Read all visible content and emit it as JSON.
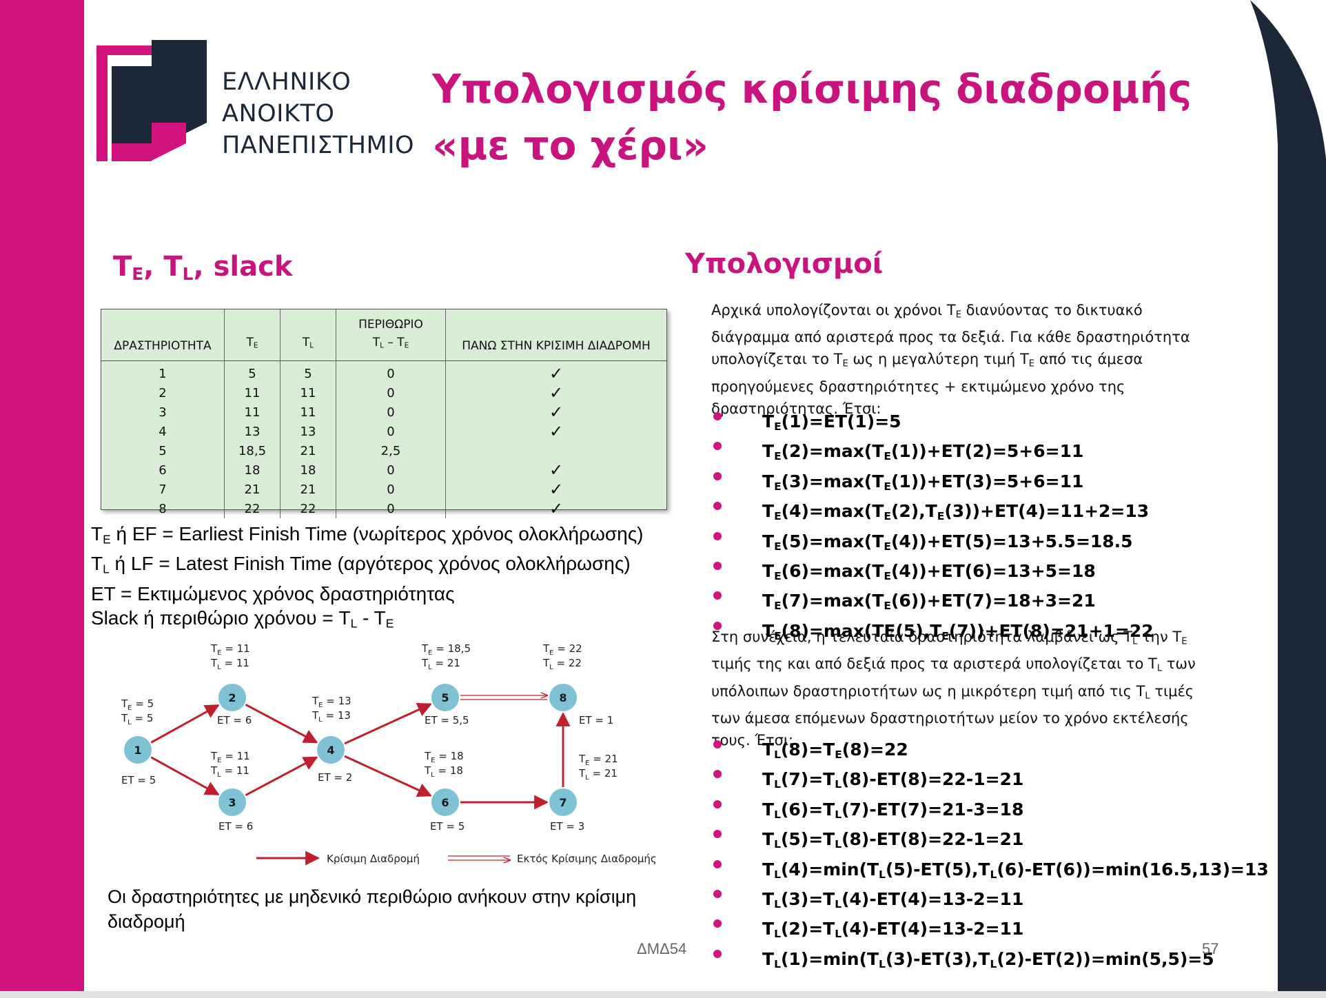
{
  "logo": {
    "line1": "ΕΛΛΗΝΙΚΟ",
    "line2": "ΑΝΟΙΚΤΟ",
    "line3": "ΠΑΝΕΠΙΣΤΗΜΙΟ",
    "colors": {
      "magenta": "#d2127f",
      "navy": "#1c2738"
    }
  },
  "title": {
    "line1": "Υπολογισμός κρίσιμης διαδρομής",
    "line2": "«με το χέρι»"
  },
  "left_section": {
    "heading_parts": {
      "t": "T",
      "e": "E",
      "sep": ", T",
      "l": "L",
      "rest": ", slack"
    }
  },
  "table": {
    "headers": {
      "activity": "ΔΡΑΣΤΗΡΙΟΤΗΤΑ",
      "te_main": "T",
      "te_sub": "E",
      "tl_main": "T",
      "tl_sub": "L",
      "slack_line1": "ΠΕΡΙΘΩΡΙΟ",
      "slack_a": "T",
      "slack_a_sub": "L",
      "slack_dash": " – T",
      "slack_b_sub": "E",
      "critical": "ΠΑΝΩ ΣΤΗΝ ΚΡΙΣΙΜΗ ΔΙΑΔΡΟΜΗ"
    },
    "rows": [
      {
        "a": "1",
        "te": "5",
        "tl": "5",
        "slack": "0",
        "crit": "✓"
      },
      {
        "a": "2",
        "te": "11",
        "tl": "11",
        "slack": "0",
        "crit": "✓"
      },
      {
        "a": "3",
        "te": "11",
        "tl": "11",
        "slack": "0",
        "crit": "✓"
      },
      {
        "a": "4",
        "te": "13",
        "tl": "13",
        "slack": "0",
        "crit": "✓"
      },
      {
        "a": "5",
        "te": "18,5",
        "tl": "21",
        "slack": "2,5",
        "crit": ""
      },
      {
        "a": "6",
        "te": "18",
        "tl": "18",
        "slack": "0",
        "crit": "✓"
      },
      {
        "a": "7",
        "te": "21",
        "tl": "21",
        "slack": "0",
        "crit": "✓"
      },
      {
        "a": "8",
        "te": "22",
        "tl": "22",
        "slack": "0",
        "crit": "✓"
      }
    ]
  },
  "definitions": {
    "d1": {
      "t": "T",
      "sub": "E",
      "rest": " ή EF = Earliest Finish Time (νωρίτερος χρόνος ολοκλήρωσης)"
    },
    "d2": {
      "t": "T",
      "sub": "L",
      "rest": " ή LF = Latest Finish Time (αργότερος χρόνος ολοκλήρωσης)"
    },
    "d3": "ET = Εκτιμώμενος χρόνος δραστηριότητας",
    "d4": {
      "pre": "Slack ή περιθώριο χρόνου = T",
      "sub1": "L",
      "mid": " - T",
      "sub2": "E"
    }
  },
  "network": {
    "nodes": [
      {
        "id": "1",
        "te": "T",
        "te_sub": "E",
        "te_val": " = 5",
        "tl": "T",
        "tl_sub": "L",
        "tl_val": " = 5",
        "et": "ET = 5"
      },
      {
        "id": "2",
        "te": "T",
        "te_sub": "E",
        "te_val": " = 11",
        "tl": "T",
        "tl_sub": "L",
        "tl_val": " = 11",
        "et": "ET = 6"
      },
      {
        "id": "3",
        "te": "T",
        "te_sub": "E",
        "te_val": " = 11",
        "tl": "T",
        "tl_sub": "L",
        "tl_val": " = 11",
        "et": "ET = 6"
      },
      {
        "id": "4",
        "te": "T",
        "te_sub": "E",
        "te_val": " = 13",
        "tl": "T",
        "tl_sub": "L",
        "tl_val": " = 13",
        "et": "ET = 2"
      },
      {
        "id": "5",
        "te": "T",
        "te_sub": "E",
        "te_val": " = 18,5",
        "tl": "T",
        "tl_sub": "L",
        "tl_val": " = 21",
        "et": "ET = 5,5"
      },
      {
        "id": "6",
        "te": "T",
        "te_sub": "E",
        "te_val": " = 18",
        "tl": "T",
        "tl_sub": "L",
        "tl_val": " = 18",
        "et": "ET = 5"
      },
      {
        "id": "7",
        "te": "T",
        "te_sub": "E",
        "te_val": " = 21",
        "tl": "T",
        "tl_sub": "L",
        "tl_val": " = 21",
        "et": "ET = 3"
      },
      {
        "id": "8",
        "te": "T",
        "te_sub": "E",
        "te_val": " = 22",
        "tl": "T",
        "tl_sub": "L",
        "tl_val": " = 22",
        "et": "ET = 1"
      }
    ],
    "edges": [
      {
        "from": "1",
        "to": "2",
        "critical": true
      },
      {
        "from": "1",
        "to": "3",
        "critical": true
      },
      {
        "from": "2",
        "to": "4",
        "critical": true
      },
      {
        "from": "3",
        "to": "4",
        "critical": true
      },
      {
        "from": "4",
        "to": "5",
        "critical": true
      },
      {
        "from": "4",
        "to": "6",
        "critical": true
      },
      {
        "from": "6",
        "to": "7",
        "critical": true
      },
      {
        "from": "7",
        "to": "8",
        "critical": true
      },
      {
        "from": "5",
        "to": "8",
        "critical": false
      }
    ],
    "legend": {
      "critical": "Κρίσιμη Διαδρομή",
      "noncritical": "Εκτός Κρίσιμης Διαδρομής"
    },
    "colors": {
      "edge": "#c0202e",
      "node": "#7fc2d6"
    }
  },
  "note": "Οι δραστηριότητες  με μηδενικό περιθώριο ανήκουν στην κρίσιμη διαδρομή",
  "right_section": {
    "heading": "Υπολογισμοί",
    "para1": {
      "a": "Αρχικά υπολογίζονται οι χρόνοι T",
      "a_sub": "E",
      "b": " διανύοντας το δικτυακό διάγραμμα από αριστερά προς τα δεξιά. Για κάθε δραστηριότητα υπολογίζεται το T",
      "b_sub": "E",
      "c": " ως η μεγαλύτερη τιμή T",
      "c_sub": "E",
      "d": " από τις άμεσα προηγούμενες δραστηριότητες + εκτιμώμενο χρόνο της δραστηριότητας. Έτσι:"
    },
    "forward": [
      [
        "T",
        "E",
        "(1)=ET(1)=5"
      ],
      [
        "T",
        "E",
        "(2)=max(T",
        "E",
        "(1))+ET(2)=5+6=11"
      ],
      [
        "T",
        "E",
        "(3)=max(T",
        "E",
        "(1))+ET(3)=5+6=11"
      ],
      [
        "T",
        "E",
        "(4)=max(T",
        "E",
        "(2),T",
        "E",
        "(3))+ET(4)=11+2=13"
      ],
      [
        "T",
        "E",
        "(5)=max(T",
        "E",
        "(4))+ET(5)=13+5.5=18.5"
      ],
      [
        "T",
        "E",
        "(6)=max(T",
        "E",
        "(4))+ET(6)=13+5=18"
      ],
      [
        "T",
        "E",
        "(7)=max(T",
        "E",
        "(6))+ET(7)=18+3=21"
      ],
      [
        "T",
        "E",
        "(8)=max(TE(5),T",
        "E",
        "(7))+ET(8)=21+1=22"
      ]
    ],
    "para2": {
      "a": "Στη συνέχεια, η τελευταία δραστηριότητα λαμβάνει ως T",
      "a_sub": "L",
      "b": " την T",
      "b_sub": "E",
      "c": " τιμής της και από δεξιά προς τα αριστερά υπολογίζεται το T",
      "c_sub": "L",
      "d": " των υπόλοιπων δραστηριοτήτων ως η μικρότερη τιμή από τις T",
      "d_sub": "L",
      "e": " τιμές των άμεσα επόμενων δραστηριοτήτων μείον το χρόνο εκτέλεσής τους. Έτσι:"
    },
    "backward": [
      [
        "T",
        "L",
        "(8)=T",
        "E",
        "(8)=22"
      ],
      [
        "T",
        "L",
        "(7)=T",
        "L",
        "(8)-ET(8)=22-1=21"
      ],
      [
        "T",
        "L",
        "(6)=T",
        "L",
        "(7)-ET(7)=21-3=18"
      ],
      [
        "T",
        "L",
        "(5)=T",
        "L",
        "(8)-ET(8)=22-1=21"
      ],
      [
        "T",
        "L",
        "(4)=min(T",
        "L",
        "(5)-ET(5),T",
        "L",
        "(6)-ET(6))=min(16.5,13)=13"
      ],
      [
        "T",
        "L",
        "(3)=T",
        "L",
        "(4)-ET(4)=13-2=11"
      ],
      [
        "T",
        "L",
        "(2)=T",
        "L",
        "(4)-ET(4)=13-2=11"
      ],
      [
        "T",
        "L",
        "(1)=min(T",
        "L",
        "(3)-ET(3),T",
        "L",
        "(2)-ET(2))=min(5,5)=5"
      ]
    ]
  },
  "footer": {
    "code": "ΔΜΔ54",
    "page": "57"
  },
  "colors": {
    "accent": "#d2127f",
    "title": "#c9137f",
    "dark": "#1c2738",
    "table_bg": "#d9ecd5"
  }
}
